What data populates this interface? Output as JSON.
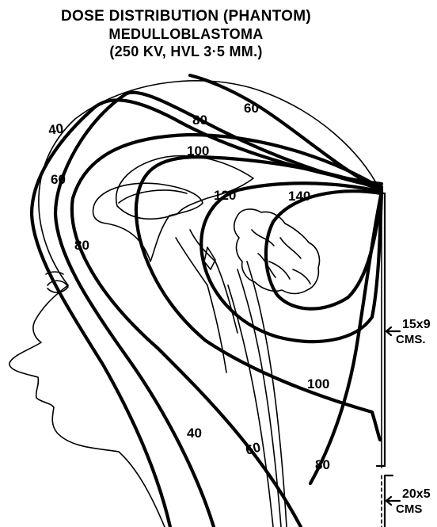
{
  "title": {
    "line1": "DOSE DISTRIBUTION (PHANTOM)",
    "line2": "MEDULLOBLASTOMA",
    "line3": "(250 KV, HVL 3·5 MM.)"
  },
  "isodose_labels": {
    "l40_top": "40",
    "l60_top": "60",
    "l60_left": "60",
    "l80_top": "80",
    "l80_left": "80",
    "l100_top": "100",
    "l120": "120",
    "l140": "140",
    "l100_bottom": "100",
    "l40_bottom": "40",
    "l60_bottom": "60",
    "l80_bottom": "80"
  },
  "fields": {
    "upper": {
      "size": "15x9",
      "unit": "CMS."
    },
    "lower": {
      "size": "20x5",
      "unit": "CMS"
    }
  }
}
